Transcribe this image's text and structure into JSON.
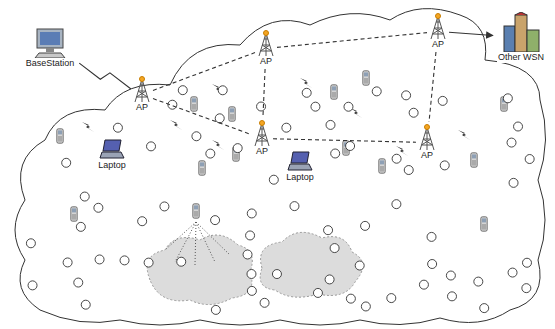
{
  "diagram": {
    "nodes": [
      {
        "text": [
          "BaseStation"
        ]
      },
      {
        "text": [
          "AP"
        ]
      },
      {
        "text": [
          "AP"
        ]
      },
      {
        "text": [
          "Other WSN"
        ]
      },
      {
        "text": [
          "AP"
        ]
      },
      {
        "text": [
          "AP"
        ]
      },
      {
        "text": [
          "AP"
        ]
      },
      {
        "text": [
          "Laptop"
        ]
      },
      {
        "text": [
          "Laptop"
        ]
      }
    ],
    "edges": [
      {
        "from": 0,
        "to": 4,
        "arrow": "none"
      },
      {
        "from": 4,
        "to": 1,
        "arrow": "none"
      },
      {
        "from": 4,
        "to": 5,
        "arrow": "none"
      },
      {
        "from": 1,
        "to": 5,
        "arrow": "none"
      },
      {
        "from": 1,
        "to": 2,
        "arrow": "none"
      },
      {
        "from": 5,
        "to": 6,
        "arrow": "none"
      },
      {
        "from": 2,
        "to": 6,
        "arrow": "none"
      },
      {
        "from": 2,
        "to": 3,
        "arrow": "to"
      }
    ]
  }
}
